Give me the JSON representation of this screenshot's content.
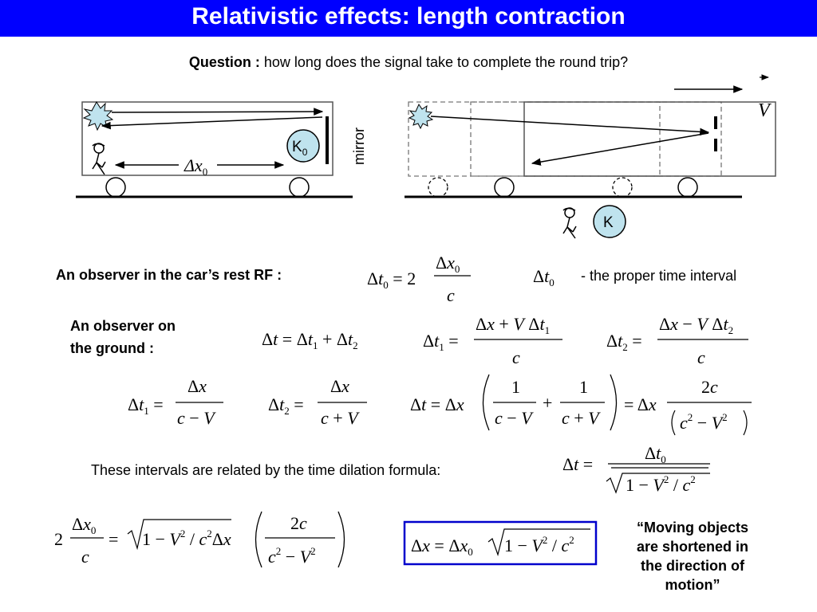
{
  "slide": {
    "title": "Relativistic effects: length contraction",
    "question_label": "Question :",
    "question_text": " how long does the signal take to complete the round trip?"
  },
  "diagram": {
    "frame_rest_label": "K",
    "frame_rest_sub": "0",
    "frame_ground_label": "K",
    "mirror_label": "mirror",
    "velocity_label": "V",
    "length_label": "Δx",
    "length_sub": "0"
  },
  "rest_frame": {
    "label": "An observer in the car’s rest RF :",
    "proper_time_note": " - the proper time interval"
  },
  "ground_frame": {
    "label_line1": "An observer on",
    "label_line2": "the ground :"
  },
  "dilation": {
    "label": "These intervals are related by the time dilation formula:"
  },
  "conclusion": {
    "line1": "“Moving objects",
    "line2": "are shortened in",
    "line3": "the direction of",
    "line4": "motion”"
  },
  "colors": {
    "title_bar": "#0000ff",
    "box_border": "#0000cc",
    "frame_circle": "#bfe3ee",
    "flash": "#bfe3ee"
  }
}
